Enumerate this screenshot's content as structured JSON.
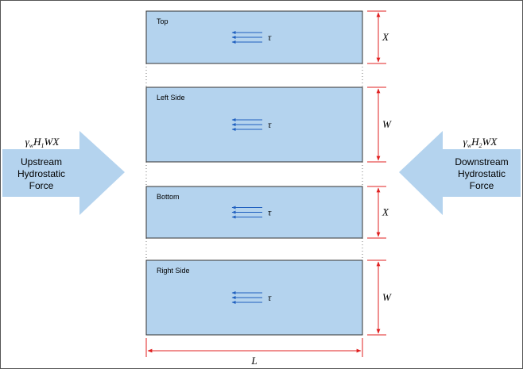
{
  "panels": [
    {
      "label": "Top",
      "shear": "τ",
      "dim": "X"
    },
    {
      "label": "Left Side",
      "shear": "τ",
      "dim": "W"
    },
    {
      "label": "Bottom",
      "shear": "τ",
      "dim": "X"
    },
    {
      "label": "Right Side",
      "shear": "τ",
      "dim": "W"
    }
  ],
  "length_label": "L",
  "upstream": {
    "formula": {
      "a": "γ",
      "a_sub": "w",
      "b": "H",
      "b_sub": "1",
      "c": "WX"
    },
    "lines": [
      "Upstream",
      "Hydrostatic",
      "Force"
    ]
  },
  "downstream": {
    "formula": {
      "a": "γ",
      "a_sub": "w",
      "b": "H",
      "b_sub": "2",
      "c": "WX"
    },
    "lines": [
      "Downstream",
      "Hydrostatic",
      "Force"
    ]
  },
  "colors": {
    "panel_fill": "#b4d3ee",
    "panel_stroke": "#333333",
    "arrow_fill": "#b4d3ee",
    "dim_line": "#e02020",
    "shear_arrow": "#1f5fbf"
  }
}
